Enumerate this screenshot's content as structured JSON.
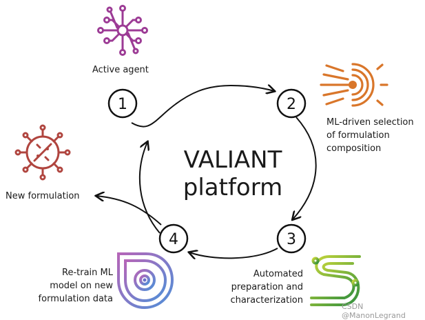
{
  "center": {
    "line1": "VALIANT",
    "line2": "platform"
  },
  "steps": [
    {
      "number": "1",
      "label_lines": [
        "Active agent"
      ],
      "icon": "molecule-network-icon",
      "color": "#9c3b95"
    },
    {
      "number": "2",
      "label_lines": [
        "ML-driven selection",
        "of formulation",
        "composition"
      ],
      "icon": "sunburst-target-icon",
      "color": "#d9762a"
    },
    {
      "number": "3",
      "label_lines": [
        "Automated",
        "preparation and",
        "characterization"
      ],
      "icon": "s-circuit-icon",
      "color": "#4e9a3b"
    },
    {
      "number": "4",
      "label_lines": [
        "Re-train ML",
        "model on new",
        "formulation data"
      ],
      "icon": "concentric-loop-icon",
      "color": "#6a72c9"
    }
  ],
  "output": {
    "label": "New formulation",
    "icon": "virus-particle-icon",
    "color": "#b0453f"
  },
  "watermark": "CSDN @ManonLegrand"
}
